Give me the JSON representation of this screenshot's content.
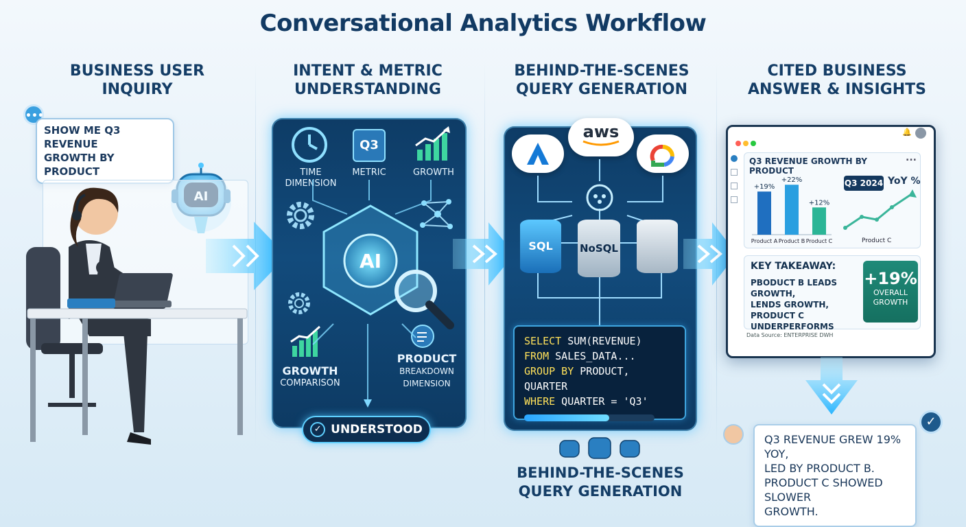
{
  "title": "Conversational Analytics Workflow",
  "colors": {
    "accent": "#2ab5ff",
    "panel": "#0f416d",
    "green": "#1f8a78",
    "yellow": "#ffe15a"
  },
  "stages": [
    {
      "title_line1": "BUSINESS USER",
      "title_line2": "INQUIRY"
    },
    {
      "title_line1": "INTENT & METRIC",
      "title_line2": "UNDERSTANDING"
    },
    {
      "title_line1": "BEHIND-THE-SCENES",
      "title_line2": "QUERY GENERATION"
    },
    {
      "title_line1": "CITED BUSINESS",
      "title_line2": "ANSWER & INSIGHTS"
    }
  ],
  "inquiry": {
    "bubble_line1": "SHOW ME Q3 REVENUE",
    "bubble_line2": "GROWTH BY PRODUCT",
    "chat_icon": "chat-dots-icon",
    "robot_label": "AI"
  },
  "intent": {
    "time_label": "TIME DIMENSION",
    "metric_badge": "Q3",
    "metric_label": "METRIC",
    "growth_label": "GROWTH",
    "core_label": "AI",
    "growth_comparison_line1": "GROWTH",
    "growth_comparison_line2": "COMPARISON",
    "product_line1": "PRODUCT",
    "product_line2": "BREAKDOWN",
    "product_line3": "DIMENSION",
    "understood": "UNDERSTOOD"
  },
  "query": {
    "cloud_aws": "aws",
    "db_sql": "SQL",
    "db_nosql": "NoSQL",
    "sql_lines": [
      {
        "kw": "SELECT",
        "rest": " SUM(REVENUE)"
      },
      {
        "kw": "FROM",
        "rest": " SALES_DATA..."
      },
      {
        "kw": "GROUP BY",
        "rest": " PRODUCT, QUARTER"
      },
      {
        "kw": "WHERE",
        "rest": " QUARTER = 'Q3'"
      }
    ],
    "progress": 0.65,
    "footer_line1": "BEHIND-THE-SCENES",
    "footer_line2": "QUERY GENERATION"
  },
  "answer": {
    "chart_title": "Q3 REVENUE GROWTH BY PRODUCT",
    "menu_glyph": "...",
    "period_badge": "Q3 2024",
    "yoy_label": "YoY %",
    "right_chart_label": "Product C",
    "key_takeaway_title": "KEY TAKEAWAY:",
    "key_takeaway_line1": "PBODUCT B LEADS GROWTH,",
    "key_takeaway_line2": "LENDS GROWTH, PRODUCT C",
    "key_takeaway_line3": "UNDERPERFORMS",
    "overall_value": "+19%",
    "overall_line1": "OVERALL",
    "overall_line2": "GROWTH",
    "source_note": "Data Source: ENTERPRISE DWH",
    "final_line1": "Q3 REVENUE GREW 19% YoY,",
    "final_line2": "LED BY PRODUCT B.",
    "final_line3": "PRODUCT C SHOWED SLOWER",
    "final_line4": "GROWTH."
  },
  "chart_data": {
    "type": "bar",
    "categories": [
      "Product A",
      "Product B",
      "Product C"
    ],
    "values": [
      19,
      22,
      12
    ],
    "data_labels": [
      "+19%",
      "+22%",
      "+12%"
    ],
    "title": "Q3 REVENUE GROWTH BY PRODUCT",
    "xlabel": "",
    "ylabel": "",
    "ylim": [
      0,
      26
    ]
  }
}
